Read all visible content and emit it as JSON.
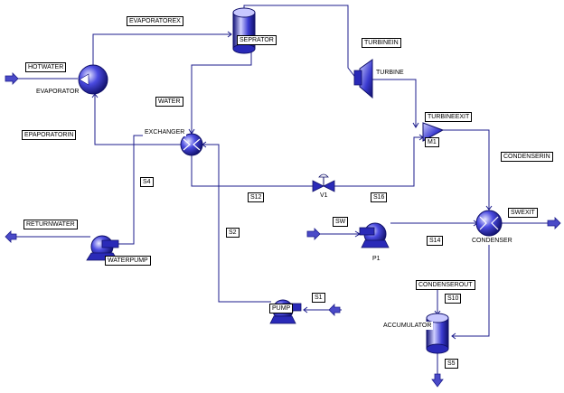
{
  "colors": {
    "line": "#1c1c8c",
    "unit_fill": "#2a2ab8",
    "unit_light": "#c8c8ff",
    "arrow": "#4a4ac8"
  },
  "streams": {
    "hotwater": "HOTWATER",
    "evaporatorex": "EVAPORATOREX",
    "water": "WATER",
    "epaporatorin": "EPAPORATORIN",
    "turbinein": "TURBINEIN",
    "turbineexit": "TURBINEEXIT",
    "condenserin": "CONDENSERIN",
    "s4": "S4",
    "s12": "S12",
    "s16": "S16",
    "returnwater": "RETURNWATER",
    "s2": "S2",
    "sw": "SW",
    "s14": "S14",
    "swexit": "SWEXIT",
    "s1": "S1",
    "condenserout": "CONDENSEROUT",
    "s10": "S10",
    "s5": "S5"
  },
  "units": {
    "evaporator": "EVAPORATOR",
    "separator": "SEPRATOR",
    "turbine": "TURBINE",
    "exchanger": "EXCHANGER",
    "mixer": "M1",
    "valve": "V1",
    "condenser": "CONDENSER",
    "waterpump": "WATERPUMP",
    "pump1": "P1",
    "pump": "PUMP",
    "accumulator": "ACCUMULATOR"
  }
}
